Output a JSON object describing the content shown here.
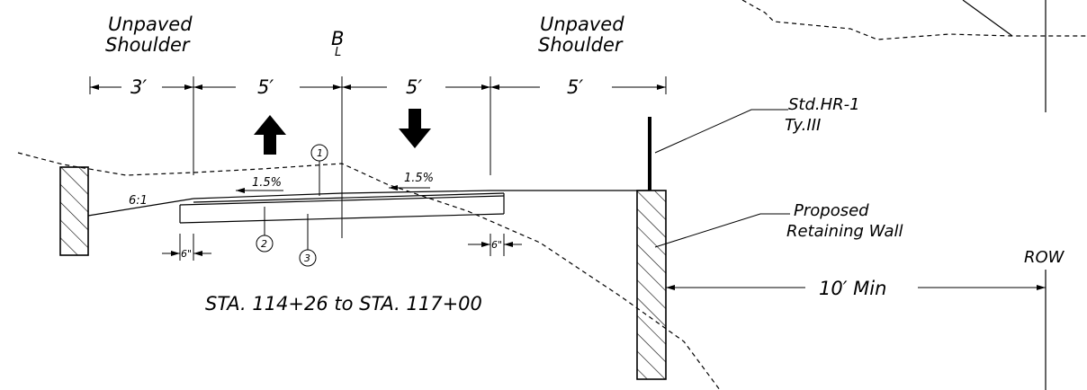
{
  "labels": {
    "unpaved_shoulder_left_1": "Unpaved",
    "unpaved_shoulder_left_2": "Shoulder",
    "unpaved_shoulder_right_1": "Unpaved",
    "unpaved_shoulder_right_2": "Shoulder",
    "centerline_symbol": "B",
    "centerline_sub": "L",
    "dim_3ft": "3′",
    "dim_5ft_a": "5′",
    "dim_5ft_b": "5′",
    "dim_5ft_c": "5′",
    "slope_left": "1.5%",
    "slope_right": "1.5%",
    "side_slope": "6:1",
    "callout_1": "1",
    "callout_2": "2",
    "callout_3": "3",
    "dim_6in_left": "6\"",
    "dim_6in_right": "6\"",
    "station_range": "STA. 114+26 to STA. 117+00",
    "guardrail_1": "Std.HR-1",
    "guardrail_2": "Ty.III",
    "retaining_wall_1": "Proposed",
    "retaining_wall_2": "Retaining Wall",
    "row": "ROW",
    "min_offset": "10′ Min"
  }
}
